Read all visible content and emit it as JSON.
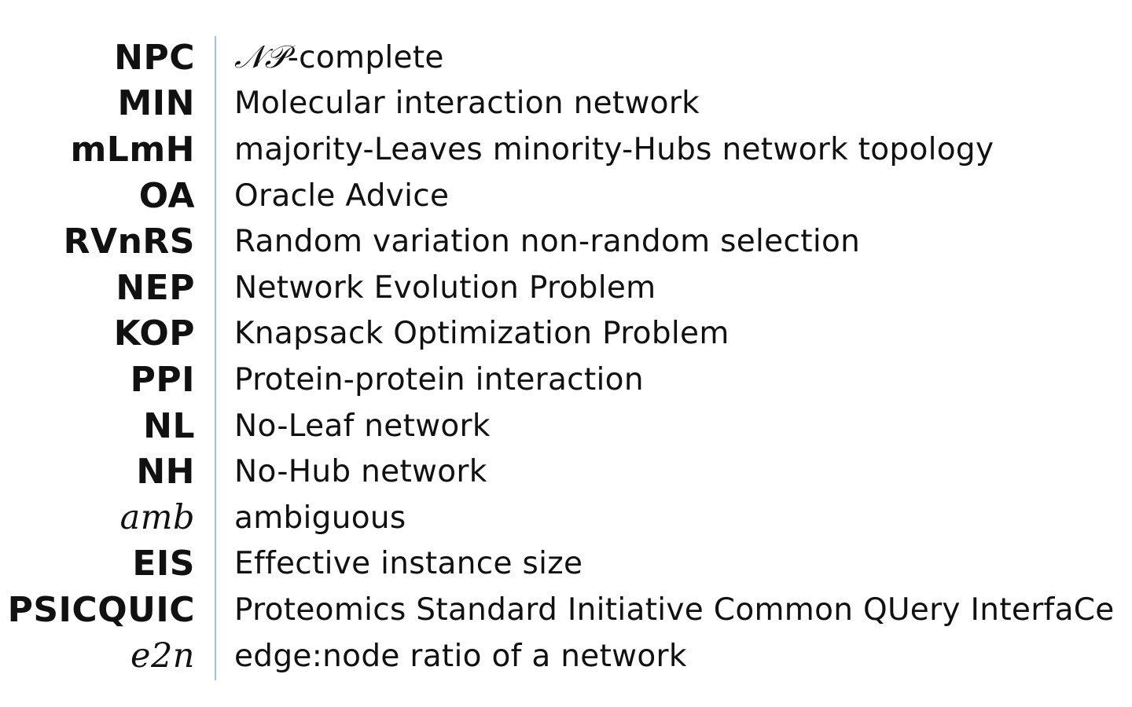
{
  "glossary": {
    "entries": [
      {
        "abbr": "NPC",
        "desc": "-complete",
        "desc_prefix": "𝒩𝒫",
        "style": "bold"
      },
      {
        "abbr": "MIN",
        "desc": "Molecular interaction network",
        "style": "bold"
      },
      {
        "abbr": "mLmH",
        "desc": "majority-Leaves minority-Hubs network topology",
        "style": "bold"
      },
      {
        "abbr": "OA",
        "desc": "Oracle Advice",
        "style": "bold"
      },
      {
        "abbr": "RVnRS",
        "desc": "Random variation non-random selection",
        "style": "bold"
      },
      {
        "abbr": "NEP",
        "desc": "Network Evolution Problem",
        "style": "bold"
      },
      {
        "abbr": "KOP",
        "desc": "Knapsack Optimization Problem",
        "style": "bold"
      },
      {
        "abbr": "PPI",
        "desc": "Protein-protein interaction",
        "style": "bold"
      },
      {
        "abbr": "NL",
        "desc": "No-Leaf network",
        "style": "bold"
      },
      {
        "abbr": "NH",
        "desc": "No-Hub network",
        "style": "bold"
      },
      {
        "abbr": "amb",
        "desc": "ambiguous",
        "style": "italic"
      },
      {
        "abbr": "EIS",
        "desc": "Effective instance size",
        "style": "bold"
      },
      {
        "abbr": "PSICQUIC",
        "desc": "Proteomics Standard Initiative Common QUery InterfaCe",
        "style": "bold"
      },
      {
        "abbr": "e2n",
        "desc": "edge:node ratio of a network",
        "style": "italic"
      }
    ]
  },
  "colors": {
    "divider": "#9fbfe6",
    "text": "#111111"
  }
}
